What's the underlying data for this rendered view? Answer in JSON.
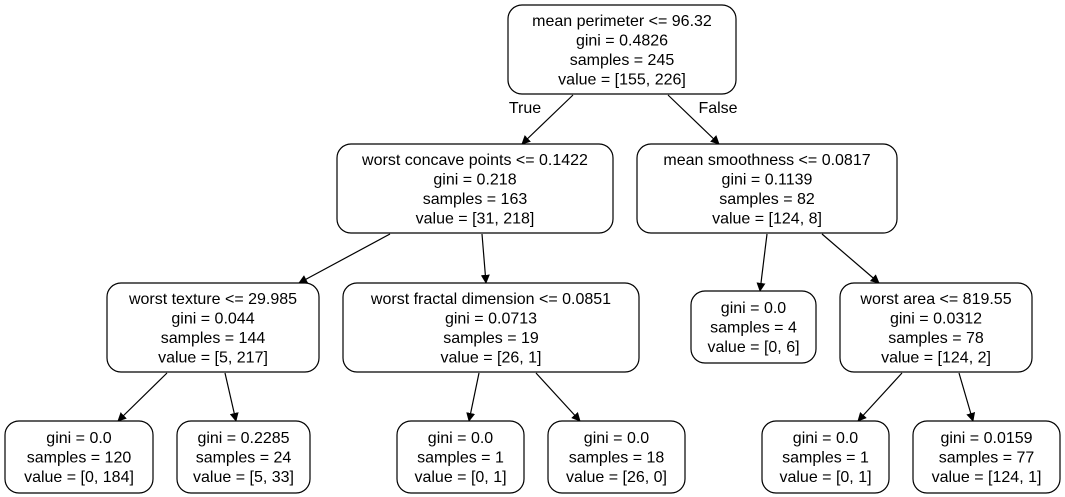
{
  "tree": {
    "nodes": [
      {
        "id": "n0",
        "lines": [
          "mean perimeter <= 96.32",
          "gini = 0.4826",
          "samples = 245",
          "value = [155, 226]"
        ]
      },
      {
        "id": "n1",
        "lines": [
          "worst concave points <= 0.1422",
          "gini = 0.218",
          "samples = 163",
          "value = [31, 218]"
        ]
      },
      {
        "id": "n2",
        "lines": [
          "mean smoothness <= 0.0817",
          "gini = 0.1139",
          "samples = 82",
          "value = [124, 8]"
        ]
      },
      {
        "id": "n3",
        "lines": [
          "worst texture <= 29.985",
          "gini = 0.044",
          "samples = 144",
          "value = [5, 217]"
        ]
      },
      {
        "id": "n4",
        "lines": [
          "worst fractal dimension <= 0.0851",
          "gini = 0.0713",
          "samples = 19",
          "value = [26, 1]"
        ]
      },
      {
        "id": "n5",
        "lines": [
          "gini = 0.0",
          "samples = 4",
          "value = [0, 6]"
        ]
      },
      {
        "id": "n6",
        "lines": [
          "worst area <= 819.55",
          "gini = 0.0312",
          "samples = 78",
          "value = [124, 2]"
        ]
      },
      {
        "id": "n7",
        "lines": [
          "gini = 0.0",
          "samples = 120",
          "value = [0, 184]"
        ]
      },
      {
        "id": "n8",
        "lines": [
          "gini = 0.2285",
          "samples = 24",
          "value = [5, 33]"
        ]
      },
      {
        "id": "n9",
        "lines": [
          "gini = 0.0",
          "samples = 1",
          "value = [0, 1]"
        ]
      },
      {
        "id": "n10",
        "lines": [
          "gini = 0.0",
          "samples = 18",
          "value = [26, 0]"
        ]
      },
      {
        "id": "n11",
        "lines": [
          "gini = 0.0",
          "samples = 1",
          "value = [0, 1]"
        ]
      },
      {
        "id": "n12",
        "lines": [
          "gini = 0.0159",
          "samples = 77",
          "value = [124, 1]"
        ]
      }
    ],
    "edges": [
      {
        "from": "n0",
        "to": "n1",
        "label": "True"
      },
      {
        "from": "n0",
        "to": "n2",
        "label": "False"
      },
      {
        "from": "n1",
        "to": "n3",
        "label": ""
      },
      {
        "from": "n1",
        "to": "n4",
        "label": ""
      },
      {
        "from": "n2",
        "to": "n5",
        "label": ""
      },
      {
        "from": "n2",
        "to": "n6",
        "label": ""
      },
      {
        "from": "n3",
        "to": "n7",
        "label": ""
      },
      {
        "from": "n3",
        "to": "n8",
        "label": ""
      },
      {
        "from": "n4",
        "to": "n9",
        "label": ""
      },
      {
        "from": "n4",
        "to": "n10",
        "label": ""
      },
      {
        "from": "n6",
        "to": "n11",
        "label": ""
      },
      {
        "from": "n6",
        "to": "n12",
        "label": ""
      }
    ]
  }
}
